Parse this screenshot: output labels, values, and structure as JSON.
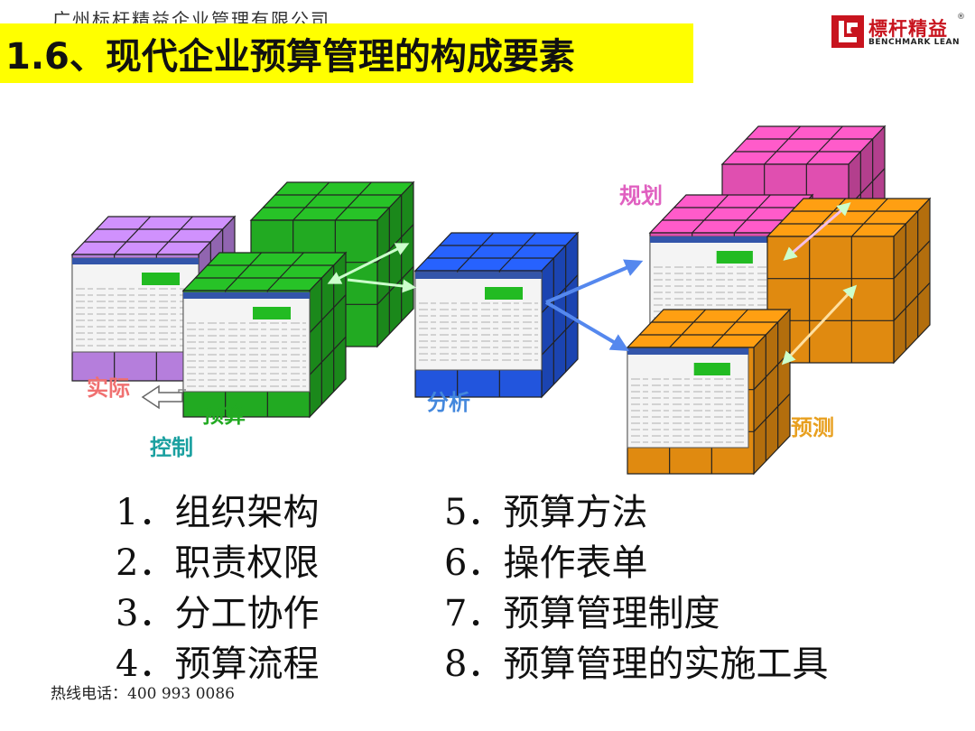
{
  "header": {
    "company": "广州标杆精益企业管理有限公司",
    "title": "1.6、现代企业预算管理的构成要素"
  },
  "logo": {
    "name_cn": "標杆精益",
    "name_en": "BENCHMARK LEAN",
    "mark": "®",
    "brand_color": "#c8141e"
  },
  "diagram": {
    "labels": {
      "actual": "实际",
      "budget": "预算",
      "control": "控制",
      "analysis": "分析",
      "planning": "规划",
      "forecast": "预测"
    },
    "cube_colors": {
      "purple": "#b57edc",
      "green": "#22aa22",
      "blue": "#2255dd",
      "pink": "#e04fb0",
      "orange": "#e08a10"
    }
  },
  "elements": {
    "left": [
      "1．组织架构",
      "2．职责权限",
      "3．分工协作",
      "4．预算流程"
    ],
    "right": [
      "5．预算方法",
      "6．操作表单",
      "7．预算管理制度",
      "8．预算管理的实施工具"
    ]
  },
  "footer": {
    "hotline": "热线电话：400 993 0086"
  }
}
